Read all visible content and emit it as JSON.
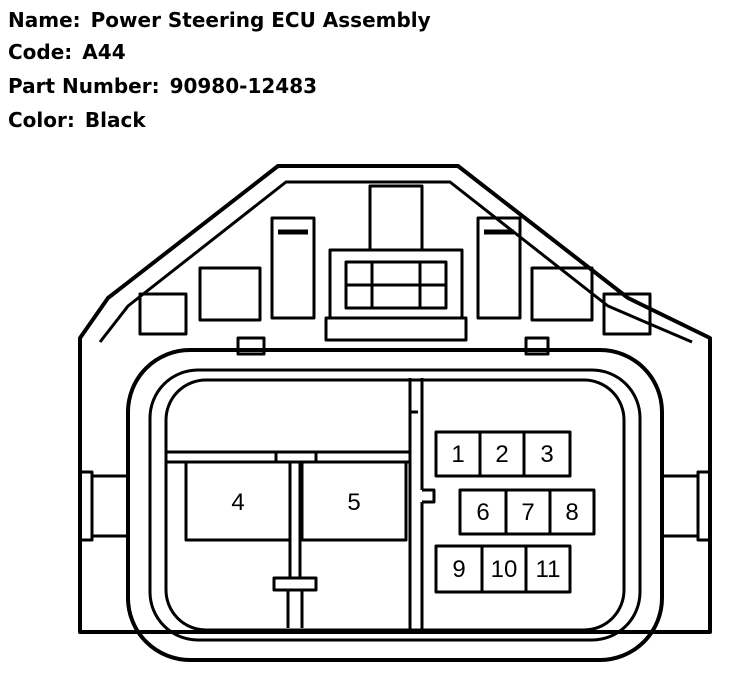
{
  "header": {
    "name_label": "Name:",
    "name_value": "Power Steering ECU Assembly",
    "code_label": "Code:",
    "code_value": "A44",
    "part_label": "Part Number:",
    "part_value": "90980-12483",
    "color_label": "Color:",
    "color_value": "Black"
  },
  "pins": [
    "1",
    "2",
    "3",
    "4",
    "5",
    "6",
    "7",
    "8",
    "9",
    "10",
    "11"
  ]
}
